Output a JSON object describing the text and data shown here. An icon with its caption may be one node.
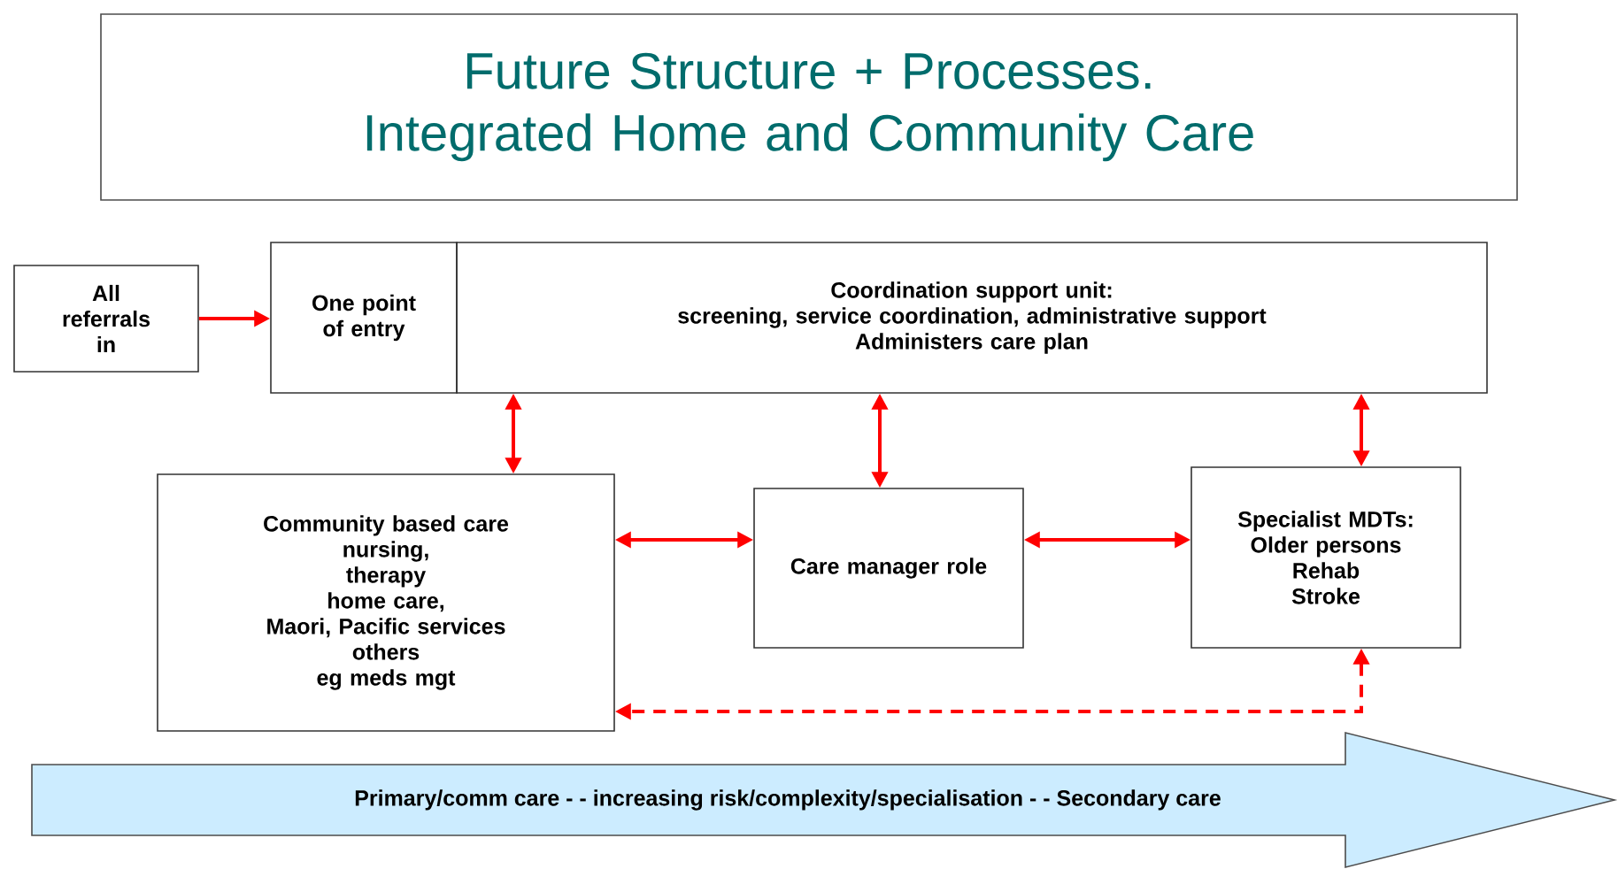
{
  "diagram": {
    "title": "Future Structure + Processes. Integrated Home and Community Care",
    "nodes": [
      {
        "text": [
          "All referrals in"
        ]
      },
      {
        "text": [
          "One point of entry"
        ]
      },
      {
        "text": [
          "Coordination support unit:",
          "screening, service coordination, administrative support",
          "Administers care plan"
        ]
      },
      {
        "text": [
          "Community based care",
          "nursing,",
          "therapy",
          "home care,",
          "Maori, Pacific services",
          "others",
          "eg meds mgt"
        ]
      },
      {
        "text": [
          "Care manager role"
        ]
      },
      {
        "text": [
          "Specialist MDTs:",
          "Older persons",
          "Rehab",
          "Stroke"
        ]
      },
      {
        "text": [
          "Primary/comm care - - increasing risk/complexity/specialisation - - Secondary care"
        ]
      }
    ],
    "edges": [
      {
        "from": 0,
        "to": 1,
        "arrow": "to"
      },
      {
        "from": 2,
        "to": 3,
        "arrow": "both"
      },
      {
        "from": 2,
        "to": 4,
        "arrow": "both"
      },
      {
        "from": 2,
        "to": 5,
        "arrow": "both"
      },
      {
        "from": 3,
        "to": 4,
        "arrow": "both"
      },
      {
        "from": 4,
        "to": 5,
        "arrow": "both"
      },
      {
        "from": 5,
        "to": 3,
        "arrow": "both",
        "style": "dashed"
      }
    ]
  }
}
